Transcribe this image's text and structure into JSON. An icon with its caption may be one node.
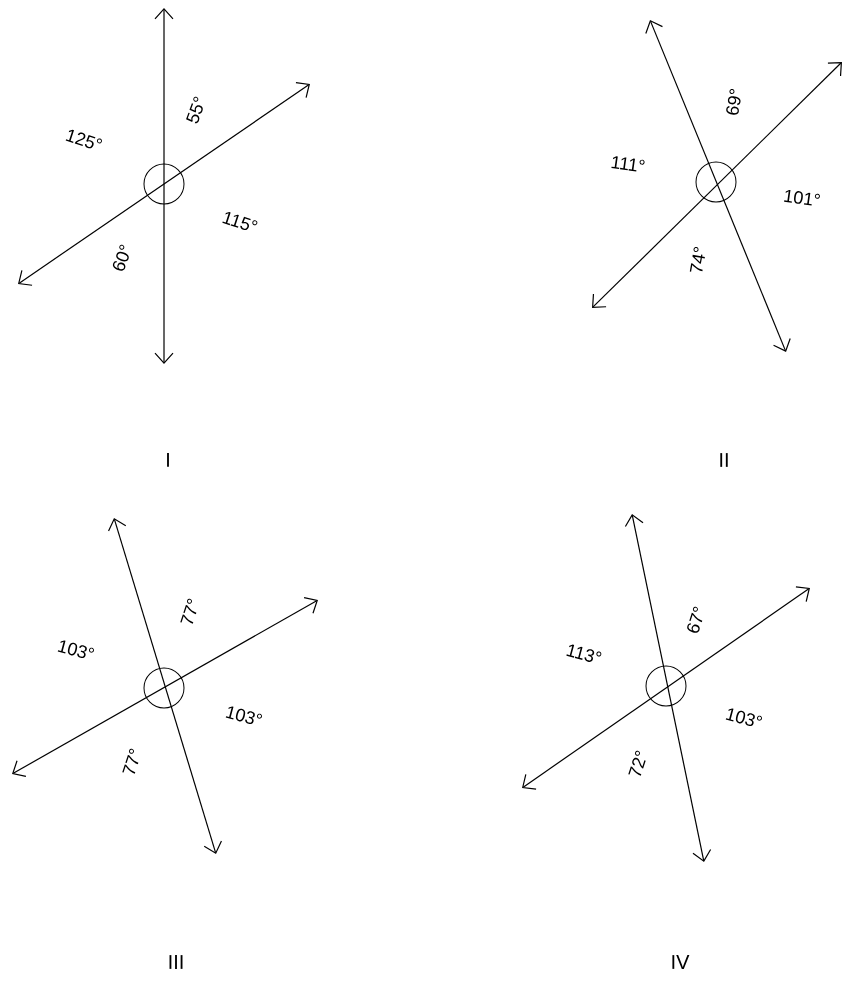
{
  "diagram": {
    "labels": [
      "125°",
      "55°",
      "115°",
      "60°",
      "I",
      "111°",
      "69°",
      "101°",
      "74°",
      "II",
      "103°",
      "77°",
      "103°",
      "77°",
      "III",
      "113°",
      "67°",
      "103°",
      "72°",
      "IV"
    ]
  }
}
